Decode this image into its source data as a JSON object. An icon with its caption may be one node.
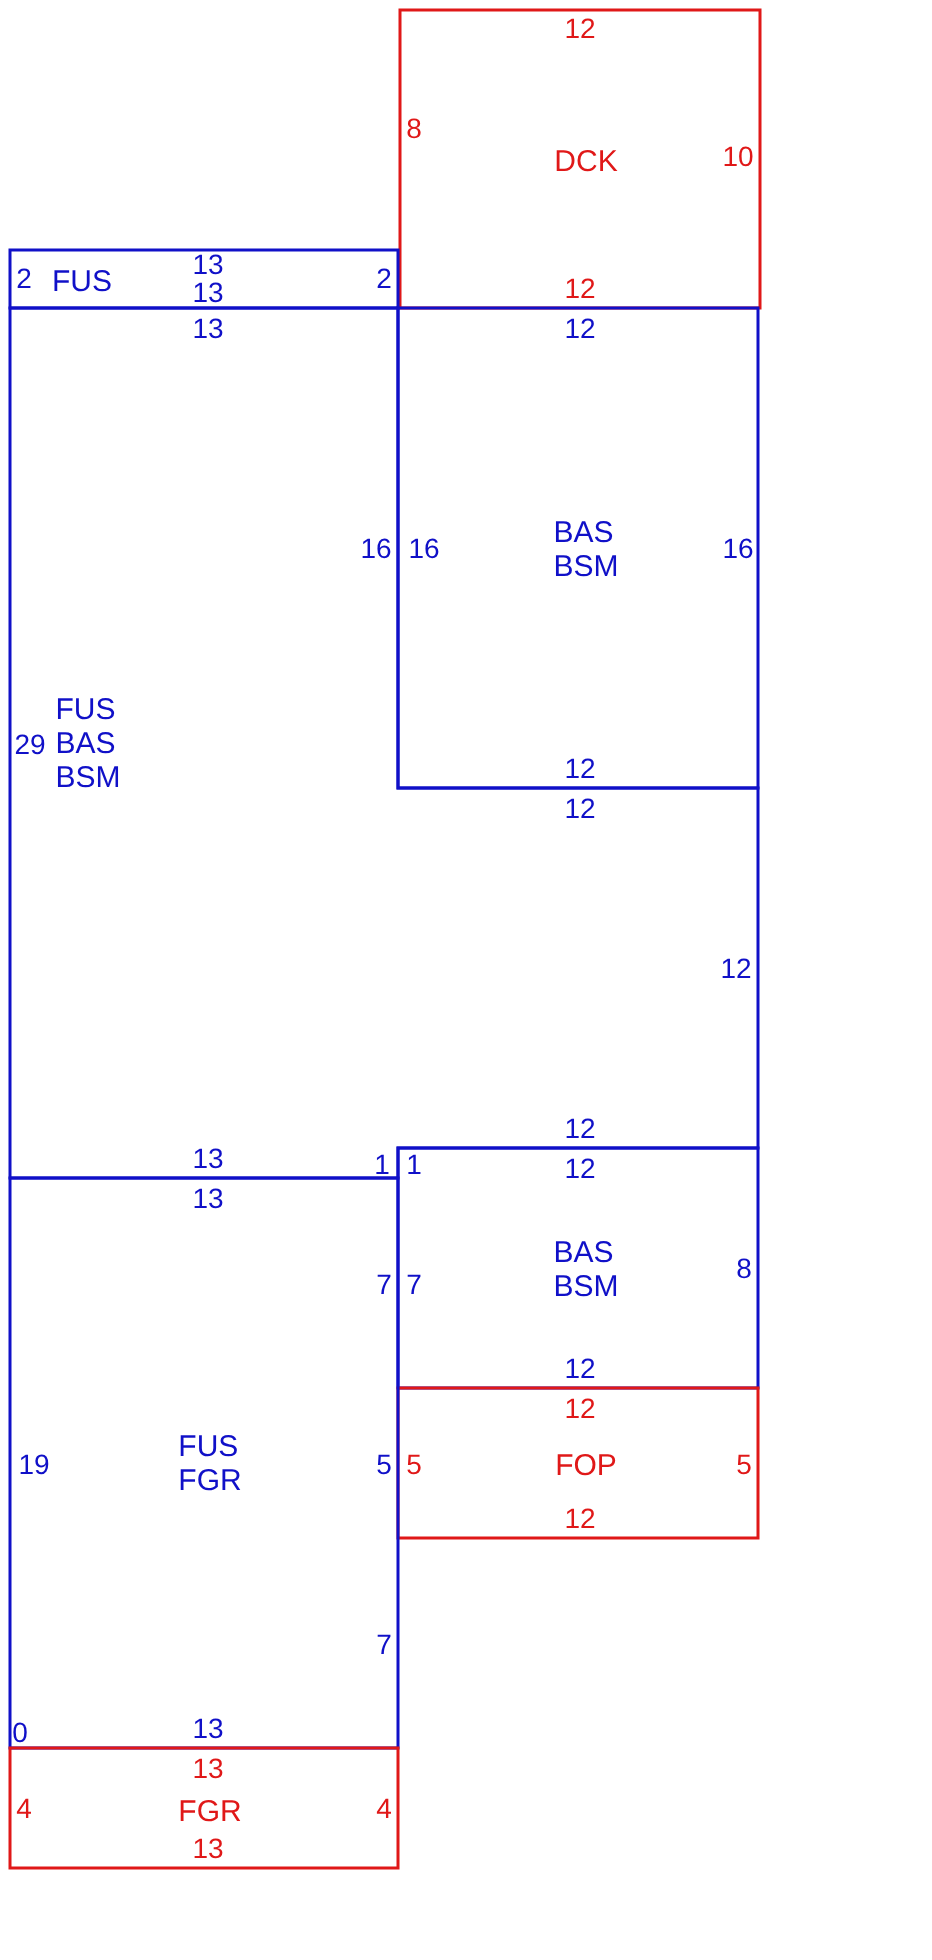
{
  "diagram": {
    "nodes": [
      {
        "text": [
          "DCK",
          "12",
          "8",
          "10",
          "12"
        ]
      },
      {
        "text": [
          "FUS",
          "13",
          "2",
          "2",
          "13"
        ]
      },
      {
        "text": [
          "FUS BAS BSM",
          "13",
          "16",
          "29",
          "12",
          "12",
          "12",
          "13",
          "1"
        ]
      },
      {
        "text": [
          "BAS BSM",
          "12",
          "16",
          "16",
          "12"
        ]
      },
      {
        "text": [
          "BAS BSM",
          "12",
          "1",
          "7",
          "8",
          "12"
        ]
      },
      {
        "text": [
          "FOP",
          "12",
          "5",
          "5",
          "12"
        ]
      },
      {
        "text": [
          "FUS FGR",
          "13",
          "7",
          "19",
          "5",
          "7",
          "13",
          "0"
        ]
      },
      {
        "text": [
          "FGR",
          "13",
          "4",
          "4",
          "13"
        ]
      }
    ]
  }
}
